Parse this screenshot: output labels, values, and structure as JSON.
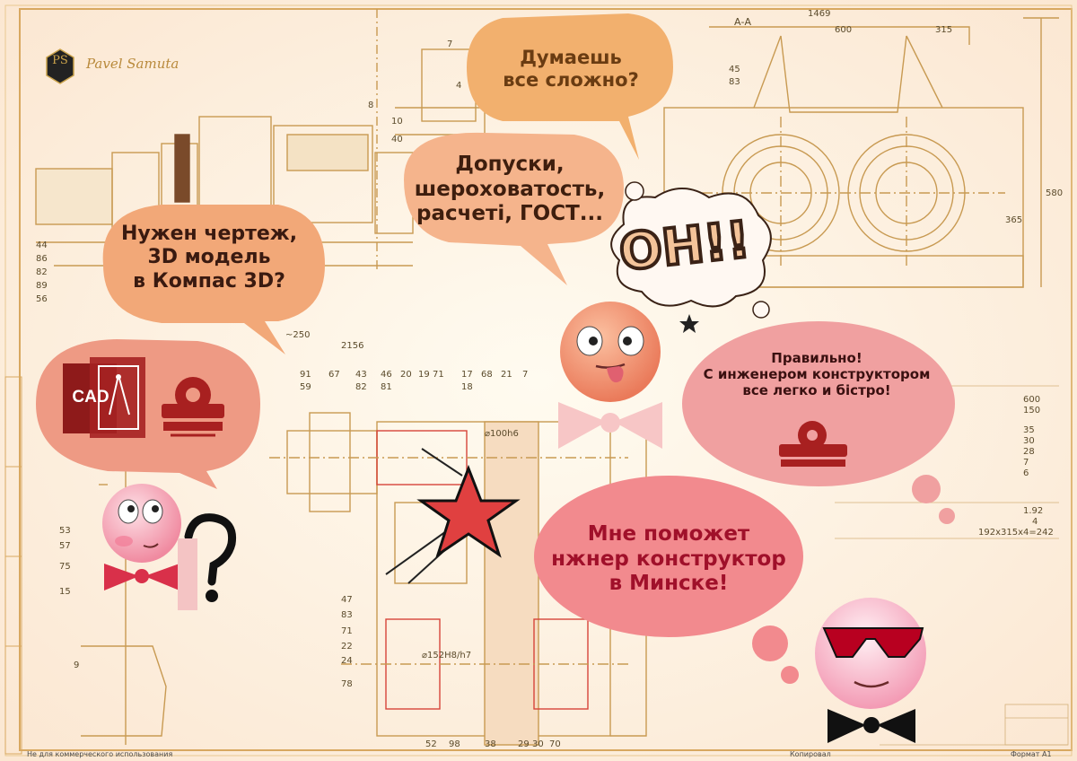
{
  "logo": {
    "initials": "PS",
    "name": "Pavel Samuta"
  },
  "bubbles": {
    "think_complex": [
      "Думаешь",
      "все сложно?"
    ],
    "tolerances": [
      "Допуски,",
      "шероховатость,",
      "расчеті, ГОСТ..."
    ],
    "need_drawing": [
      "Нужен чертеж,",
      "3D модель",
      "в Компас 3D?"
    ],
    "correct": [
      "Правильно!",
      "С инженером конструктором",
      "все легко и бістро!"
    ],
    "help": [
      "Мне поможет",
      "нжнер конструктор",
      "в Минске!"
    ]
  },
  "exclamation": "OH!!",
  "cad_label": "CAD",
  "question_mark": "?",
  "drawing_labels": {
    "section": "А-А",
    "dim_top": "1469",
    "dim_600": "600",
    "dim_315": "315",
    "dim_2156": "2156",
    "dim_250": "~250",
    "dim_580": "580",
    "dim_365": "365",
    "dim_100": "⌀100h6",
    "dim_152": "⌀152H8/h7",
    "spec_values": [
      "600",
      "150",
      "35",
      "30",
      "28",
      "7",
      "6",
      "1.92",
      "4",
      "192х315х4=242"
    ],
    "balloons_left": [
      "44",
      "86",
      "82",
      "89",
      "56"
    ],
    "balloons_lower": [
      "53",
      "57",
      "75",
      "15",
      "9"
    ],
    "balloons_mid": [
      "47",
      "83",
      "71",
      "22",
      "24",
      "78"
    ],
    "balloons_bottom": [
      "52",
      "98",
      "38",
      "29",
      "30",
      "70"
    ],
    "balloons_upper_row": [
      "91",
      "59",
      "67",
      "43",
      "82",
      "46",
      "81",
      "20",
      "19",
      "71",
      "17",
      "18",
      "68",
      "21",
      "7"
    ],
    "balloons_top": [
      "45",
      "83",
      "8",
      "4",
      "10",
      "7",
      "40"
    ]
  },
  "footer": {
    "left": "Не для коммерческого использования",
    "middle": "Копировал",
    "right": "Формат А1"
  },
  "colors": {
    "bubble_orange": "#f2b06e",
    "bubble_peach": "#f5b48c",
    "bubble_salmon": "#ee9a84",
    "bubble_pink": "#f0a0a0",
    "bubble_rose": "#f28a8e",
    "drawing_line": "#c89a52",
    "drawing_red": "#d6443a",
    "smiley_pink": "#f6a8b8",
    "smiley_orange": "#f08c6c",
    "bow_red": "#d9304a"
  }
}
